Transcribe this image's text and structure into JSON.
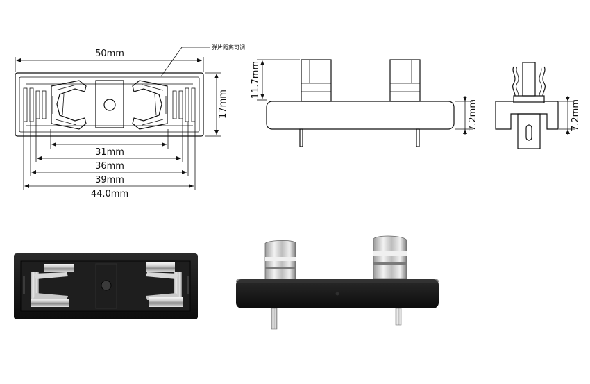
{
  "drawing": {
    "top_view": {
      "overall_width": "50mm",
      "height": "17mm",
      "note": "弹片距离可调",
      "dims": [
        "31mm",
        "36mm",
        "39mm",
        "44.0mm"
      ]
    },
    "side_view": {
      "clip_height": "11.7mm",
      "base_height": "7.2mm"
    },
    "end_view": {
      "base_height": "7.2mm"
    }
  },
  "photos": {
    "top_photo": {
      "subject": "fuse-holder-top"
    },
    "side_photo": {
      "subject": "fuse-holder-side"
    }
  },
  "colors": {
    "line": "#111111",
    "body_black": "#141414",
    "metal_light": "#e8e8e8",
    "metal_mid": "#b8b8b8",
    "metal_dark": "#6e6e6e"
  }
}
